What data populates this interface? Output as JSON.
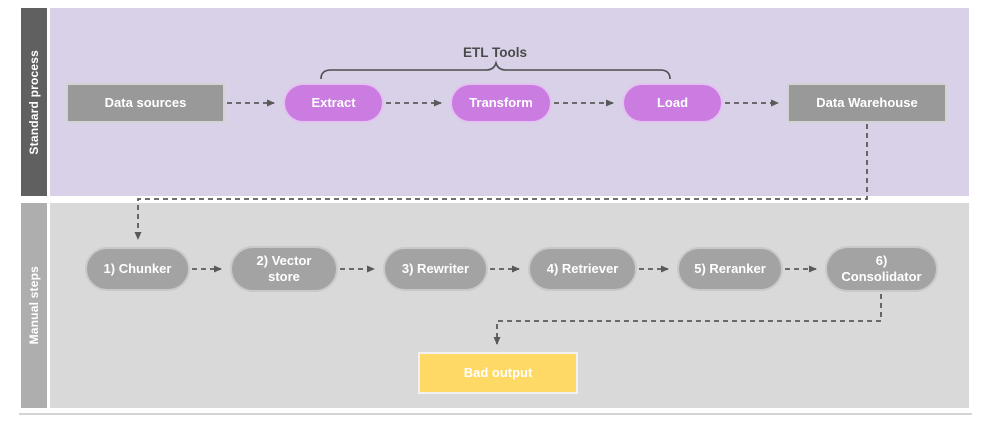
{
  "lanes": {
    "standard": {
      "label": "Standard process"
    },
    "manual": {
      "label": "Manual steps"
    }
  },
  "group": {
    "etl_tools": "ETL Tools"
  },
  "nodes": {
    "data_sources": {
      "label": "Data sources",
      "shape": "rectangle",
      "color": "#999999"
    },
    "extract": {
      "label": "Extract",
      "shape": "pill",
      "color": "#cb7ce0"
    },
    "transform": {
      "label": "Transform",
      "shape": "pill",
      "color": "#cb7ce0"
    },
    "load": {
      "label": "Load",
      "shape": "pill",
      "color": "#cb7ce0"
    },
    "data_warehouse": {
      "label": "Data Warehouse",
      "shape": "rectangle",
      "color": "#999999"
    },
    "chunker": {
      "label": "1) Chunker",
      "shape": "pill",
      "color": "#a3a3a3"
    },
    "vector_store": {
      "label": "2) Vector store",
      "shape": "pill",
      "color": "#a3a3a3"
    },
    "rewriter": {
      "label": "3) Rewriter",
      "shape": "pill",
      "color": "#a3a3a3"
    },
    "retriever": {
      "label": "4) Retriever",
      "shape": "pill",
      "color": "#a3a3a3"
    },
    "reranker": {
      "label": "5) Reranker",
      "shape": "pill",
      "color": "#a3a3a3"
    },
    "consolidator": {
      "label": "6) Consolidator",
      "shape": "pill",
      "color": "#a3a3a3"
    },
    "bad_output": {
      "label": "Bad output",
      "shape": "rectangle",
      "color": "#ffd966"
    }
  },
  "edges": [
    {
      "from": "Data sources",
      "to": "Extract",
      "style": "dashed-arrow"
    },
    {
      "from": "Extract",
      "to": "Transform",
      "style": "dashed-arrow"
    },
    {
      "from": "Transform",
      "to": "Load",
      "style": "dashed-arrow"
    },
    {
      "from": "Load",
      "to": "Data Warehouse",
      "style": "dashed-arrow"
    },
    {
      "from": "Data Warehouse",
      "to": "1) Chunker",
      "style": "dashed-arrow"
    },
    {
      "from": "1) Chunker",
      "to": "2) Vector store",
      "style": "dashed-arrow"
    },
    {
      "from": "2) Vector store",
      "to": "3) Rewriter",
      "style": "dashed-arrow"
    },
    {
      "from": "3) Rewriter",
      "to": "4) Retriever",
      "style": "dashed-arrow"
    },
    {
      "from": "4) Retriever",
      "to": "5) Reranker",
      "style": "dashed-arrow"
    },
    {
      "from": "5) Reranker",
      "to": "6) Consolidator",
      "style": "dashed-arrow"
    },
    {
      "from": "6) Consolidator",
      "to": "Bad output",
      "style": "dashed-arrow"
    }
  ],
  "colors": {
    "lane_standard_bg": "#d8d1e8",
    "lane_standard_label_bg": "#606060",
    "lane_manual_bg": "#d9d9d9",
    "lane_manual_label_bg": "#aeaeae",
    "etl_pill": "#cb7ce0",
    "gray_box": "#999999",
    "gray_pill": "#a3a3a3",
    "bad_output": "#ffd966",
    "connector": "#595959",
    "node_text": "#ffffff",
    "group_label_text": "#4a4a4a"
  }
}
